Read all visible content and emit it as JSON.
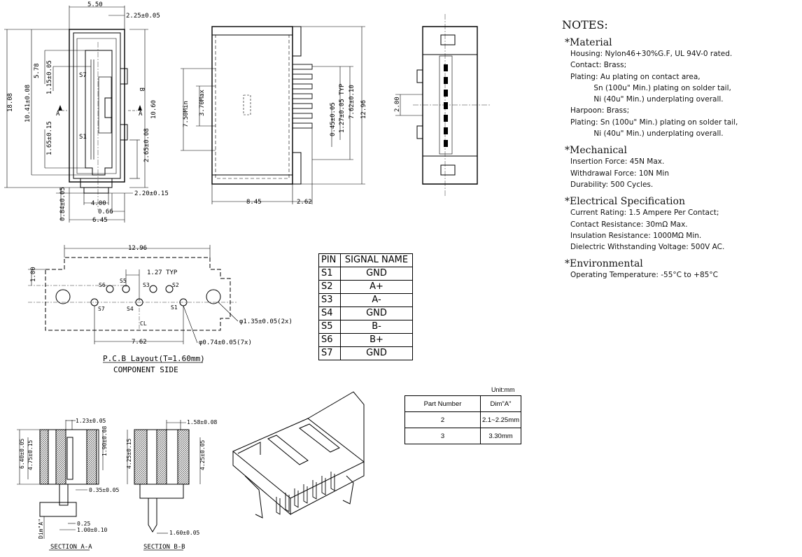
{
  "notes": {
    "title": "NOTES:",
    "material": {
      "heading": "*Material",
      "lines": [
        "Housing: Nylon46+30%G.F, UL 94V-0 rated.",
        "Contact: Brass;",
        "Plating: Au plating on contact area,",
        "          Sn (100u\" Min.) plating on solder tail,",
        "          Ni (40u\" Min.) underplating overall.",
        "Harpoon: Brass;",
        "Plating: Sn (100u\" Min.) plating on solder tail,",
        "          Ni (40u\" Min.) underplating overall."
      ]
    },
    "mechanical": {
      "heading": "*Mechanical",
      "lines": [
        "Insertion Force: 45N Max.",
        "Withdrawal Force: 10N Min",
        "Durability: 500 Cycles."
      ]
    },
    "electrical": {
      "heading": "*Electrical Specification",
      "lines": [
        "Current Rating: 1.5 Ampere Per Contact;",
        "Contact Resistance: 30mΩ Max.",
        "Insulation Resistance: 1000MΩ Min.",
        "Dielectric Withstanding Voltage: 500V AC."
      ]
    },
    "environmental": {
      "heading": "*Environmental",
      "lines": [
        "Operating Temperature: -55°C to +85°C"
      ]
    }
  },
  "pin_table": {
    "header": [
      "PIN",
      "SIGNAL NAME"
    ],
    "rows": [
      [
        "S1",
        "GND"
      ],
      [
        "S2",
        "A+"
      ],
      [
        "S3",
        "A-"
      ],
      [
        "S4",
        "GND"
      ],
      [
        "S5",
        "B-"
      ],
      [
        "S6",
        "B+"
      ],
      [
        "S7",
        "GND"
      ]
    ]
  },
  "part_table": {
    "unit": "Unit:mm",
    "header": [
      "Part Number",
      "Dim\"A\""
    ],
    "rows": [
      [
        "2",
        "2.1~2.25mm"
      ],
      [
        "3",
        "3.30mm"
      ]
    ]
  },
  "pcb": {
    "title": "P.C.B Layout(T=1.60mm)",
    "subtitle": "COMPONENT SIDE",
    "dim_width": "12.96",
    "dim_pitch": "1.27 TYP",
    "dim_offset": "1.00",
    "dim_span": "7.62",
    "hole_large": "φ1.35±0.05(2x)",
    "hole_small": "φ0.74±0.05(7x)",
    "centerline": "CL",
    "pins": [
      "S6",
      "S5",
      "S3",
      "S2",
      "S7",
      "S4",
      "S1"
    ]
  },
  "front_view": {
    "d_top": "5.50",
    "d_right_top": "2.25±0.05",
    "d_height": "18.08",
    "d_inner_h": "10.41±0.08",
    "d_578": "5.78",
    "d_115": "1.15±0.05",
    "d_165": "1.65±0.15",
    "d_260": "2.65±0.08",
    "d_1060": "10.60",
    "d_220": "2.20±0.15",
    "d_400": "4.00",
    "d_066": "0.66",
    "d_645": "6.45",
    "d_084": "0.84±0.05",
    "label_s7": "S7",
    "label_s1": "S1",
    "label_a": "A",
    "label_b": "B"
  },
  "side_view": {
    "d_750": "7.50Min",
    "d_370": "3.70Max",
    "d_045": "0.45±0.05",
    "d_127": "1.27±0.05 TYP",
    "d_762": "7.62±0.10",
    "d_1296": "12.96",
    "d_845": "8.45",
    "d_262": "2.62"
  },
  "end_view": {
    "d_200": "2.00"
  },
  "section_a": {
    "title": "SECTION A-A",
    "d_123": "1.23±0.05",
    "d_640": "6.40±0.05",
    "d_475": "4.75±0.15",
    "d_190": "1.90±0.08",
    "d_035": "0.35±0.05",
    "d_025": "0.25",
    "d_100": "1.00±0.10",
    "d_dima": "Dim\"A\""
  },
  "section_b": {
    "title": "SECTION B-B",
    "d_158": "1.58±0.08",
    "d_425a": "4.25±0.15",
    "d_425b": "4.25±0.05",
    "d_160": "1.60±0.05"
  }
}
